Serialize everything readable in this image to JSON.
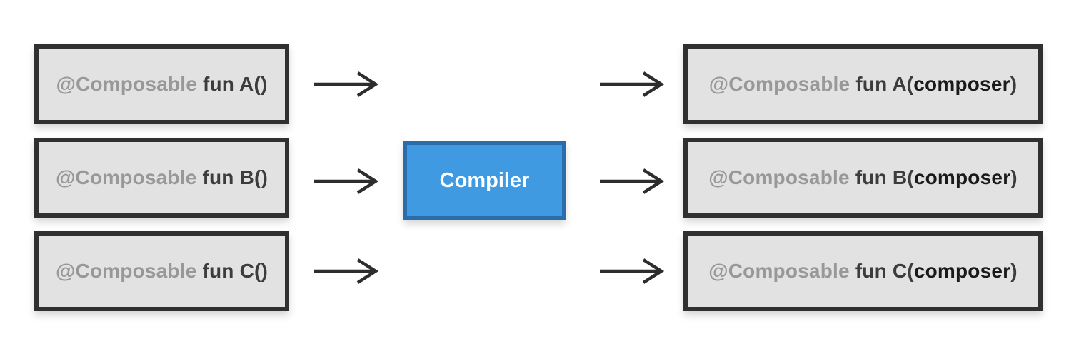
{
  "diagram": {
    "left_boxes": [
      {
        "annotation": "@Composable",
        "code": " fun A()"
      },
      {
        "annotation": "@Composable",
        "code": " fun B()"
      },
      {
        "annotation": "@Composable",
        "code": " fun C()"
      }
    ],
    "compiler": {
      "label": "Compiler"
    },
    "right_boxes": [
      {
        "annotation": "@Composable",
        "code_prefix": " fun A(",
        "param": "composer",
        "code_suffix": ")"
      },
      {
        "annotation": "@Composable",
        "code_prefix": " fun B(",
        "param": "composer",
        "code_suffix": ")"
      },
      {
        "annotation": "@Composable",
        "code_prefix": " fun C(",
        "param": "composer",
        "code_suffix": ")"
      }
    ],
    "colors": {
      "box_fill": "#e2e2e2",
      "box_border": "#303030",
      "annotation_text": "#989898",
      "code_text": "#3c3c3c",
      "param_text": "#1a1a1a",
      "compiler_fill": "#3f9ae1",
      "compiler_border": "#2b6cab",
      "compiler_text": "#ffffff",
      "arrow": "#2d2d2d",
      "background": "#ffffff"
    }
  }
}
